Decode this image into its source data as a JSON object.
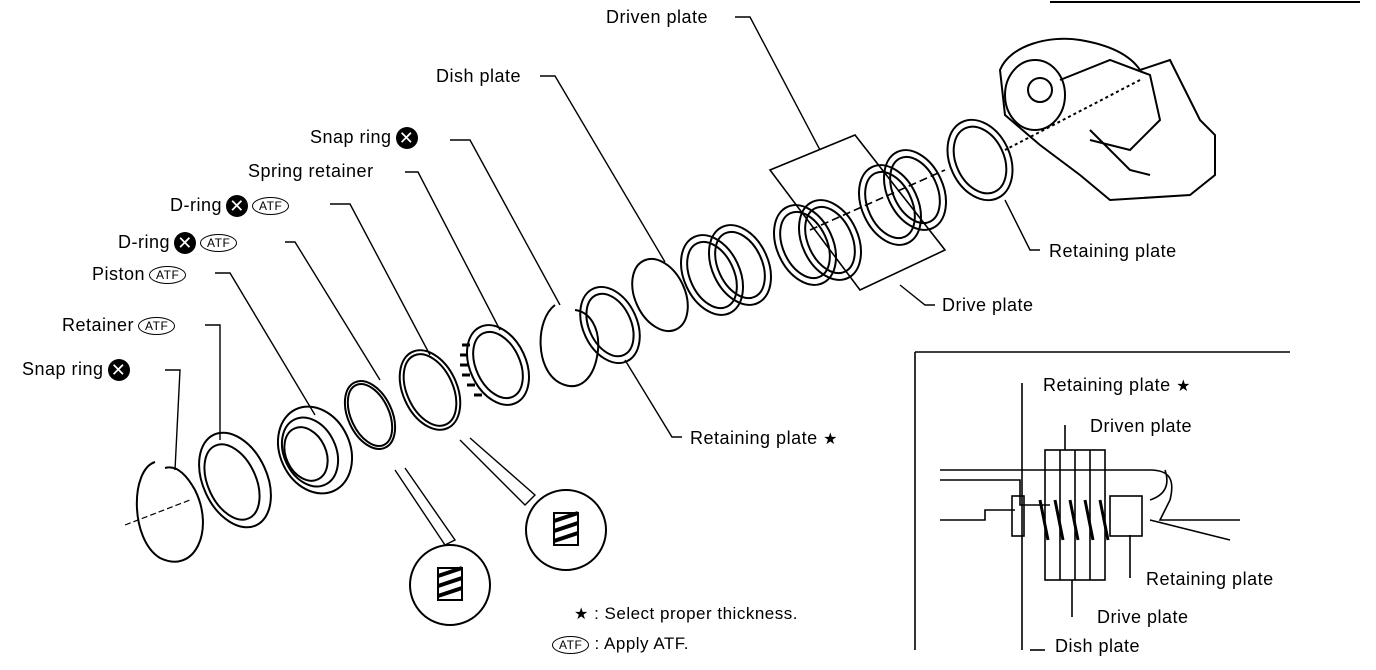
{
  "labels": {
    "driven_plate_top": "Driven plate",
    "dish_plate_top": "Dish plate",
    "snap_ring_top": "Snap ring",
    "spring_retainer": "Spring retainer",
    "d_ring_1": "D-ring",
    "d_ring_2": "D-ring",
    "piston": "Piston",
    "retainer": "Retainer",
    "snap_ring_bottom": "Snap ring",
    "retaining_plate_right": "Retaining plate",
    "drive_plate_mid": "Drive plate",
    "retaining_plate_star": "Retaining plate"
  },
  "symbols": {
    "atf": "ATF",
    "star": "★",
    "x": "✕"
  },
  "inset": {
    "retaining_plate_star": "Retaining plate",
    "driven_plate": "Driven plate",
    "retaining_plate": "Retaining plate",
    "drive_plate": "Drive plate",
    "dish_plate": "Dish plate"
  },
  "legend": {
    "star_text": ": Select proper thickness.",
    "atf_text": ": Apply ATF."
  }
}
